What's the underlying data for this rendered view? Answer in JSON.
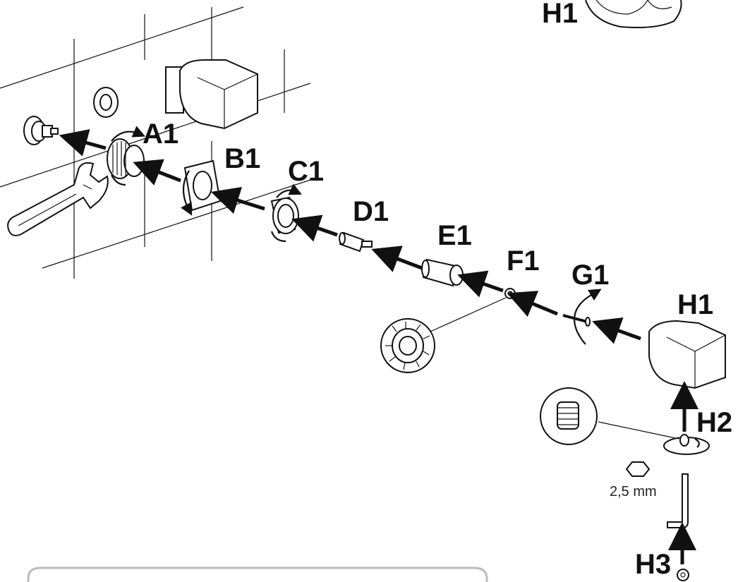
{
  "labels": {
    "h1_top": "H1",
    "a1": "A1",
    "b1": "B1",
    "c1": "C1",
    "d1": "D1",
    "e1": "E1",
    "f1": "F1",
    "g1": "G1",
    "h1": "H1",
    "h2": "H2",
    "h3": "H3"
  },
  "hex_key_size": "2,5 mm",
  "icons": {
    "hex": "hexagon-icon",
    "wrench": "adjustable-wrench-icon",
    "rotate": "rotate-arrow-icon",
    "push": "push-arrow-icon"
  },
  "colors": {
    "line": "#111111",
    "background": "#ffffff",
    "panel_border": "#bbbbbb"
  }
}
